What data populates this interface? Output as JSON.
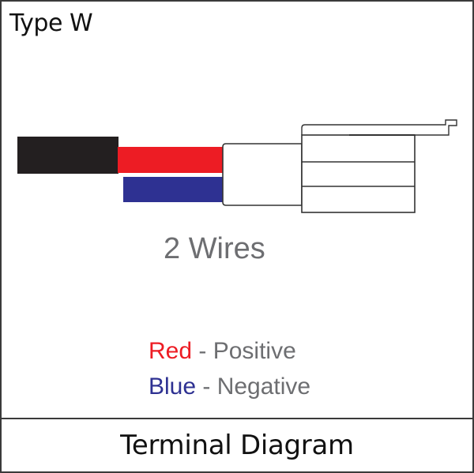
{
  "header": {
    "type_label": "Type W"
  },
  "diagram": {
    "wire_count_label": "2 Wires",
    "colors": {
      "jacket": "#231f20",
      "red_wire": "#ed1c24",
      "blue_wire": "#2e3192",
      "outline": "#333333"
    }
  },
  "legend": {
    "red": {
      "color_word": "Red",
      "meaning": " - Positive"
    },
    "blue": {
      "color_word": "Blue",
      "meaning": " - Negative"
    }
  },
  "footer": {
    "title": "Terminal Diagram"
  }
}
